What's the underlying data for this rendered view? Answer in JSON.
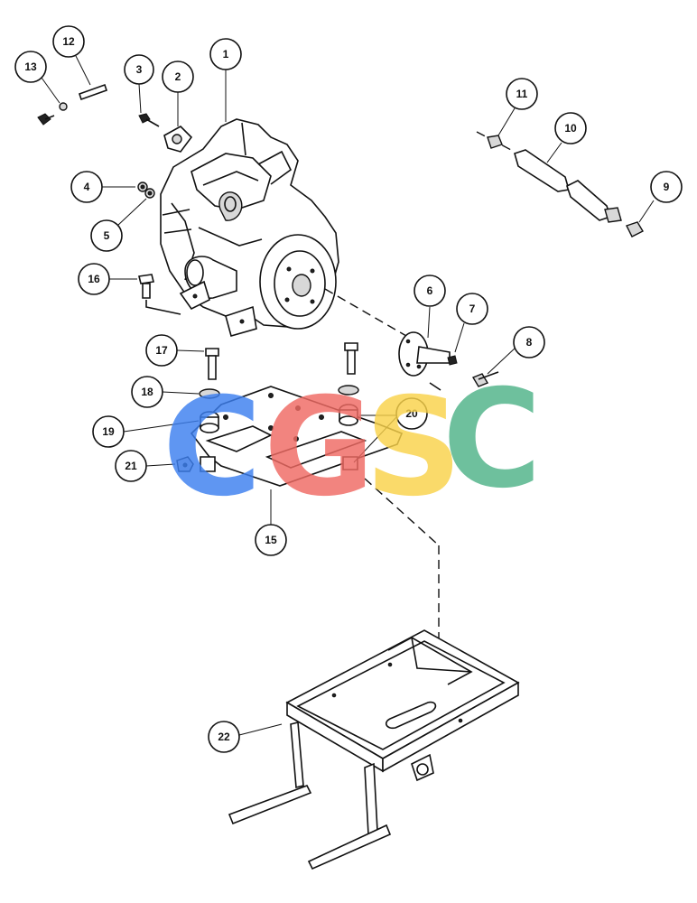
{
  "diagram": {
    "callouts": [
      {
        "id": "c1",
        "label": "1"
      },
      {
        "id": "c2",
        "label": "2"
      },
      {
        "id": "c3",
        "label": "3"
      },
      {
        "id": "c4",
        "label": "4"
      },
      {
        "id": "c5",
        "label": "5"
      },
      {
        "id": "c6",
        "label": "6"
      },
      {
        "id": "c7",
        "label": "7"
      },
      {
        "id": "c8",
        "label": "8"
      },
      {
        "id": "c9",
        "label": "9"
      },
      {
        "id": "c10",
        "label": "10"
      },
      {
        "id": "c11",
        "label": "11"
      },
      {
        "id": "c12",
        "label": "12"
      },
      {
        "id": "c13",
        "label": "13"
      },
      {
        "id": "c15",
        "label": "15"
      },
      {
        "id": "c16",
        "label": "16"
      },
      {
        "id": "c17",
        "label": "17"
      },
      {
        "id": "c18",
        "label": "18"
      },
      {
        "id": "c19",
        "label": "19"
      },
      {
        "id": "c20",
        "label": "20"
      },
      {
        "id": "c21",
        "label": "21"
      },
      {
        "id": "c22",
        "label": "22"
      }
    ]
  },
  "watermark": {
    "letters": [
      "C",
      "G",
      "S",
      "C"
    ],
    "colors": [
      "#3c7ff0",
      "#f06a63",
      "#f9d24a",
      "#4fb388"
    ]
  }
}
